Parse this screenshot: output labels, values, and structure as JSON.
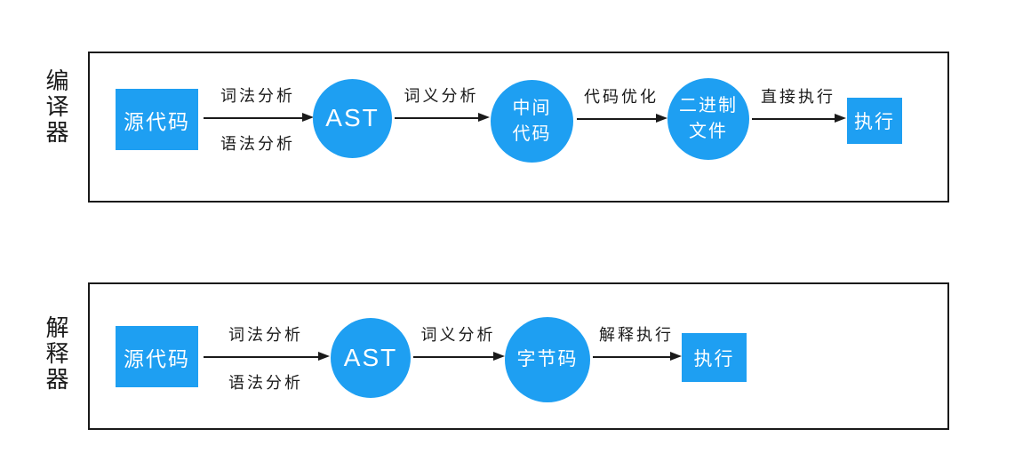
{
  "colors": {
    "node_fill": "#1E9FF2",
    "node_text": "#FFFFFF",
    "stroke": "#1A1A1A"
  },
  "compiler": {
    "section_label": "编译器",
    "source_node": "源代码",
    "edge_lexical": "词法分析",
    "edge_syntax": "语法分析",
    "ast_node": "AST",
    "edge_semantic": "词义分析",
    "intermediate_node_line1": "中间",
    "intermediate_node_line2": "代码",
    "edge_optimize": "代码优化",
    "binary_node_line1": "二进制",
    "binary_node_line2": "文件",
    "edge_direct_exec": "直接执行",
    "execute_node": "执行"
  },
  "interpreter": {
    "section_label": "解释器",
    "source_node": "源代码",
    "edge_lexical": "词法分析",
    "edge_syntax": "语法分析",
    "ast_node": "AST",
    "edge_semantic": "词义分析",
    "bytecode_node": "字节码",
    "edge_interpret_exec": "解释执行",
    "execute_node": "执行"
  }
}
